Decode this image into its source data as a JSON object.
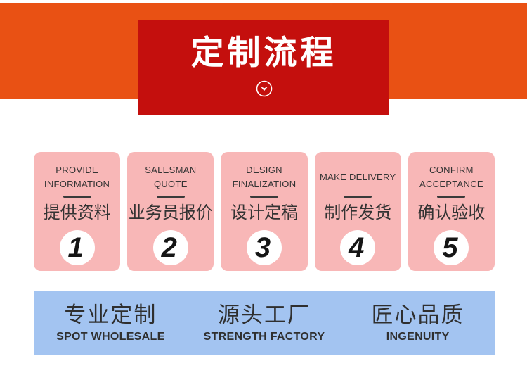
{
  "colors": {
    "orange": "#e95114",
    "red": "#c40f0d",
    "pink": "#f8b7b7",
    "blue": "#a3c4f1",
    "text_dark": "#333333"
  },
  "header": {
    "title": "定制流程",
    "chevron_icon": "chevron-down-circle-icon"
  },
  "steps": [
    {
      "label_en": "PROVIDE INFORMATION",
      "label_zh": "提供资料",
      "number": "1"
    },
    {
      "label_en": "SALESMAN QUOTE",
      "label_zh": "业务员报价",
      "number": "2"
    },
    {
      "label_en": "DESIGN FINALIZATION",
      "label_zh": "设计定稿",
      "number": "3"
    },
    {
      "label_en": "MAKE DELIVERY",
      "label_zh": "制作发货",
      "number": "4"
    },
    {
      "label_en": "CONFIRM ACCEPTANCE",
      "label_zh": "确认验收",
      "number": "5"
    }
  ],
  "footer": {
    "items": [
      {
        "zh": "专业定制",
        "en": "SPOT WHOLESALE"
      },
      {
        "zh": "源头工厂",
        "en": "STRENGTH FACTORY"
      },
      {
        "zh": "匠心品质",
        "en": "INGENUITY"
      }
    ]
  }
}
